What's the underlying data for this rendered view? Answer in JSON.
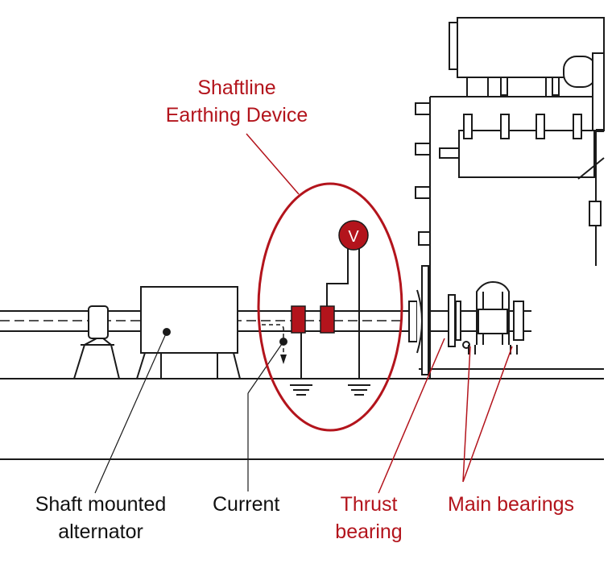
{
  "colors": {
    "line": "#1a1a1a",
    "accent": "#b3141c",
    "paper": "#ffffff"
  },
  "title": {
    "line1": "Shaftline",
    "line2": "Earthing Device"
  },
  "voltmeter": {
    "symbol": "V"
  },
  "labels": {
    "alternator_line1": "Shaft mounted",
    "alternator_line2": "alternator",
    "current": "Current",
    "thrust_line1": "Thrust",
    "thrust_line2": "bearing",
    "main_bearings": "Main bearings"
  }
}
